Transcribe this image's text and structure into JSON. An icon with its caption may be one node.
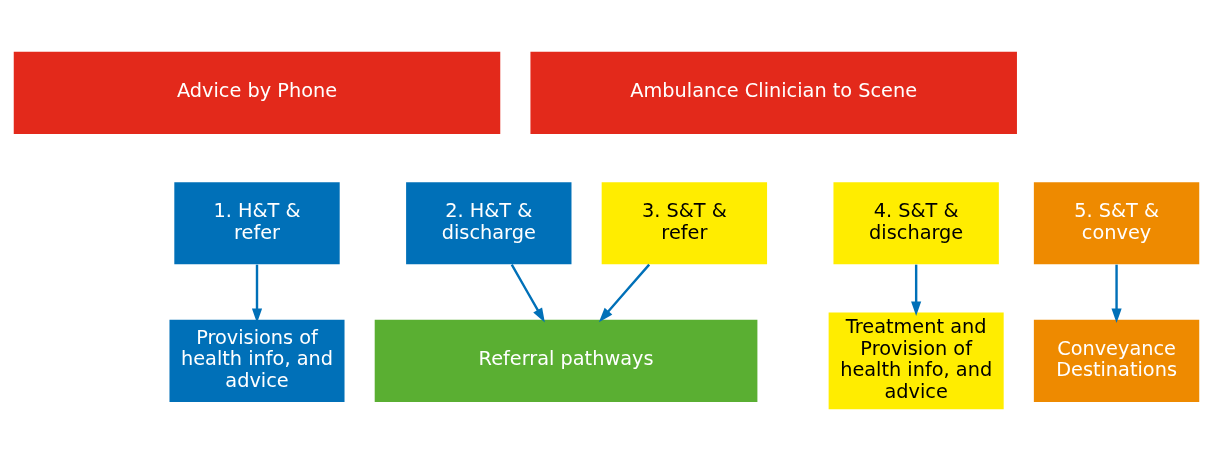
{
  "diagram": {
    "nodes": [
      {
        "text": [
          "Advice by Phone"
        ]
      },
      {
        "text": [
          "Ambulance Clinician to Scene"
        ]
      },
      {
        "text": [
          "1. H&T & refer"
        ]
      },
      {
        "text": [
          "2. H&T & discharge"
        ]
      },
      {
        "text": [
          "3. S&T & refer"
        ]
      },
      {
        "text": [
          "4. S&T & discharge"
        ]
      },
      {
        "text": [
          "5. S&T & convey"
        ]
      },
      {
        "text": [
          "Provisions of health info, and advice"
        ]
      },
      {
        "text": [
          "Referral pathways"
        ]
      },
      {
        "text": [
          "Treatment and Provision of health info, and advice"
        ]
      },
      {
        "text": [
          "Conveyance Destinations"
        ]
      }
    ],
    "edges": [
      {
        "from": 2,
        "to": 7,
        "arrow": "to"
      },
      {
        "from": 3,
        "to": 8,
        "arrow": "to"
      },
      {
        "from": 4,
        "to": 8,
        "arrow": "to"
      },
      {
        "from": 5,
        "to": 9,
        "arrow": "to"
      },
      {
        "from": 6,
        "to": 10,
        "arrow": "to"
      }
    ]
  }
}
